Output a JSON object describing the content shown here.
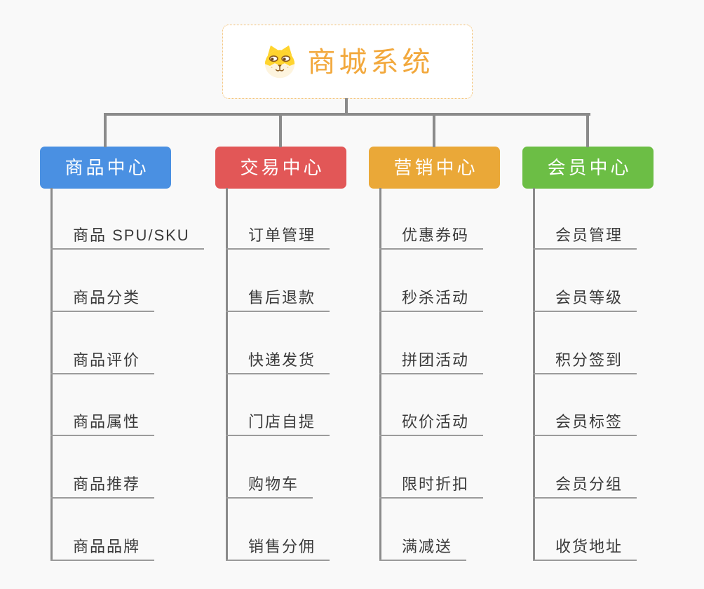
{
  "root": {
    "label": "商城系统",
    "icon": "shiba-dog-icon",
    "accent_color": "#F2A83C",
    "border_color": "#F2BC68"
  },
  "branches": [
    {
      "label": "商品中心",
      "color": "#4A90E2",
      "children": [
        "商品 SPU/SKU",
        "商品分类",
        "商品评价",
        "商品属性",
        "商品推荐",
        "商品品牌"
      ]
    },
    {
      "label": "交易中心",
      "color": "#E25757",
      "children": [
        "订单管理",
        "售后退款",
        "快递发货",
        "门店自提",
        "购物车",
        "销售分佣"
      ]
    },
    {
      "label": "营销中心",
      "color": "#EAA838",
      "children": [
        "优惠券码",
        "秒杀活动",
        "拼团活动",
        "砍价活动",
        "限时折扣",
        "满减送"
      ]
    },
    {
      "label": "会员中心",
      "color": "#6CBE45",
      "children": [
        "会员管理",
        "会员等级",
        "积分签到",
        "会员标签",
        "会员分组",
        "收货地址"
      ]
    }
  ],
  "connector_color": "#8B8B8B",
  "child_line_color": "#9B9B9B",
  "child_text_color": "#3A3A3A",
  "background_color": "#F9F9F9"
}
